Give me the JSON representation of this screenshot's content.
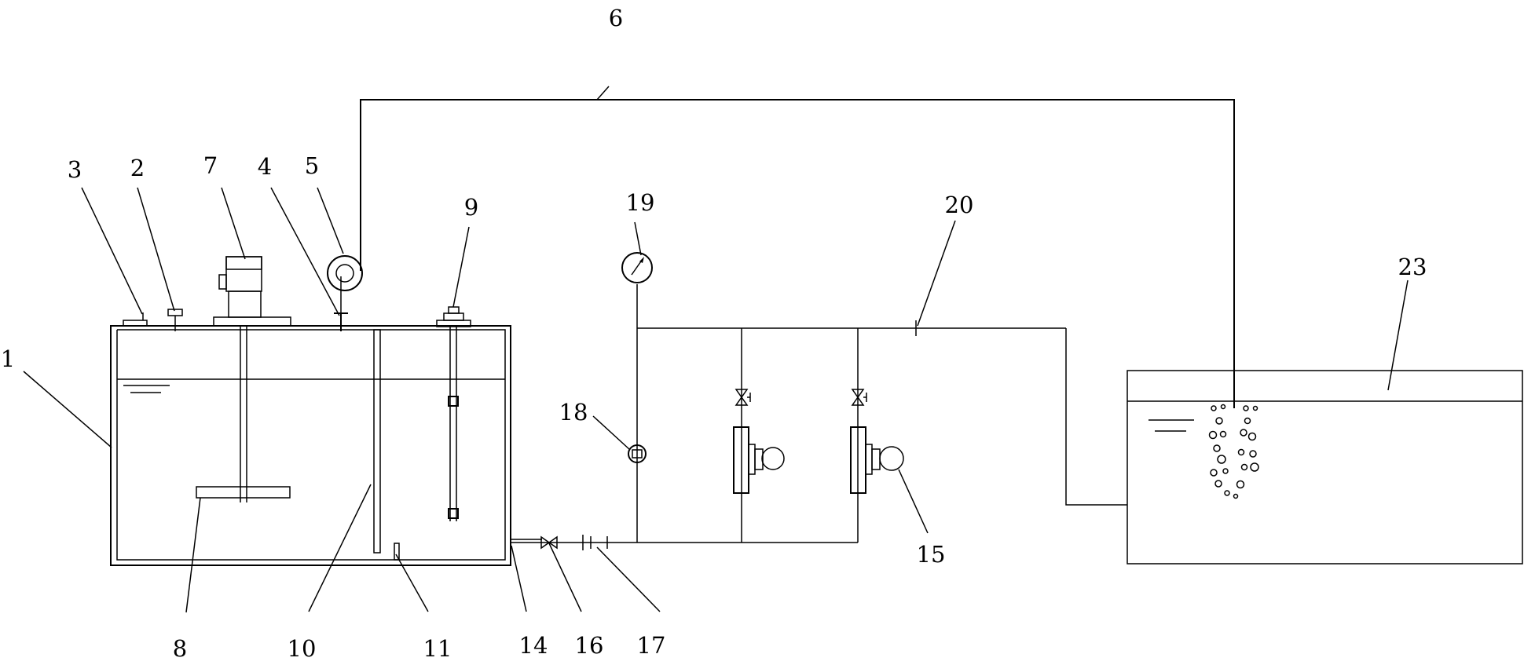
{
  "labels": {
    "l1": "1",
    "l2": "2",
    "l3": "3",
    "l4": "4",
    "l5": "5",
    "l6": "6",
    "l7": "7",
    "l8": "8",
    "l9": "9",
    "l10": "10",
    "l11": "11",
    "l14": "14",
    "l15": "15",
    "l16": "16",
    "l17": "17",
    "l18": "18",
    "l19": "19",
    "l20": "20",
    "l23": "23"
  }
}
